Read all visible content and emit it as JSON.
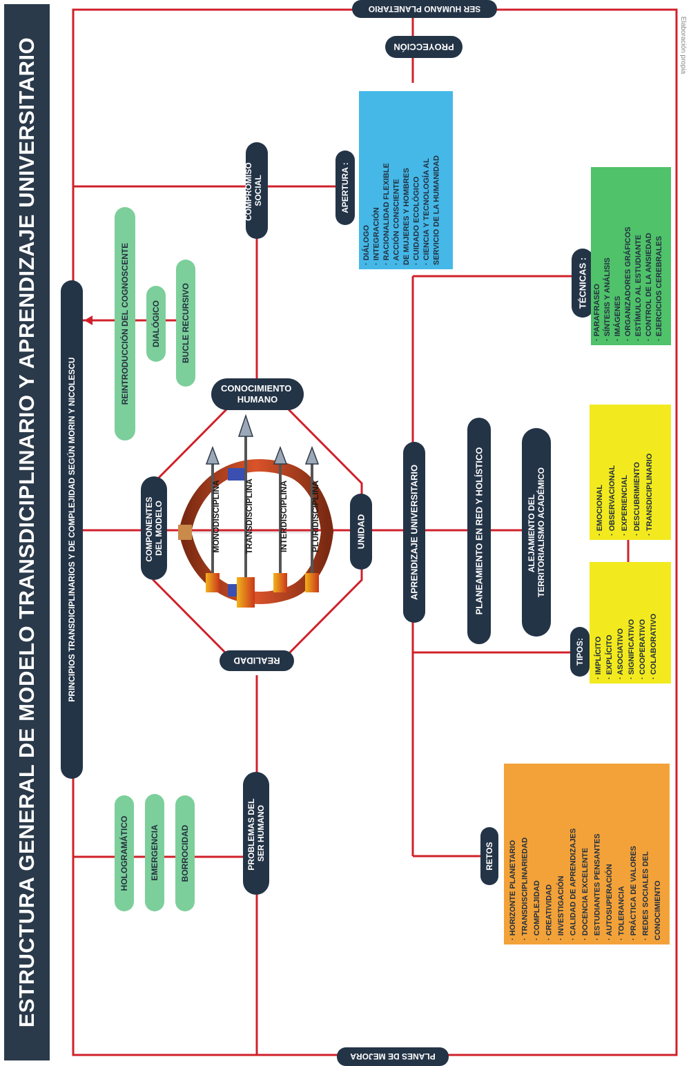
{
  "title": "ESTRUCTURA GENERAL DE MODELO TRANSDICIPLINARIO Y APRENDIZAJE UNIVERSITARIO",
  "credit": "Elaboración propia",
  "nodes": {
    "ser_humano_planetario": "SER HUMANO PLANETARIO",
    "planes_de_mejora": "PLANES DE MEJORA",
    "proyeccion": "PROYECCIÓN",
    "principios": "PRINCIPIOS TRANSDICIPLINARIOS Y DE COMPLEJIDAD SEGÚN MORIN Y NICOLESCU",
    "compromiso_social": [
      "COMPROMISO",
      "SOCIAL"
    ],
    "apertura": "APERTURA :",
    "conocimiento_humano": [
      "CONOCIMIENTO",
      "HUMANO"
    ],
    "componentes": [
      "COMPONENTES",
      "DEL MODELO"
    ],
    "unidad": "UNIDAD",
    "realidad": "REALIDAD",
    "problemas": [
      "PROBLEMAS DEL",
      "SER HUMANO"
    ],
    "aprendizaje": "APRENDIZAJE UNIVERSITARIO",
    "planeamiento": "PLANEAMIENTO EN RED Y HOLÍSTICO",
    "alejamiento": [
      "ALEJAMIENTO DEL",
      "TERRITORIALISMO ACADÉMICO"
    ],
    "tecnicas": "TÉCNICAS :",
    "tipos": "TIPOS:",
    "retos": "RETOS"
  },
  "principles_top": [
    "REINTRODUCCIÓN DEL COGNOSCENTE",
    "DIALÓGICO",
    "BUCLE RECURSIVO"
  ],
  "principles_bottom": [
    "HOLOGRAMÁTICO",
    "EMERGENCIA",
    "BORROCIDAD"
  ],
  "arrows": [
    "MONODISCIPLINA",
    "TRANSDISCIPLINA",
    "INTERDISCIPLINA",
    "PLURIDISCIPLINA"
  ],
  "apertura_items": [
    "· DIÁLOGO",
    "· INTEGRACIÓN",
    "· RACIONALIDAD FLEXIBLE",
    "· ACCIÓN CONSCIENTE",
    "  DE MUJERES Y HOMBRES",
    "· CUIDADO ECOLÓGICO",
    "· CIENCIA Y TECNOLOGÍA AL",
    "  SERVICIO DE LA HUMANIDAD"
  ],
  "tecnicas_items": [
    "· PARAFRASEO",
    "· SÍNTESIS Y ANÁLISIS",
    "· IMÁGENES",
    "· ORGANIZADORES GRÁFICOS",
    "· ESTÍMULO AL ESTUDIANTE",
    "· CONTROL DE LA ANSIEDAD",
    "· EJERCICIOS CEREBRALES"
  ],
  "tipos_a": [
    "· EMOCIONAL",
    "· OBSERVACIONAL",
    "· EXPERIENCIAL",
    "· DESCUBRIMIENTO",
    "· TRANSDICIPLINARIO"
  ],
  "tipos_b": [
    "· IMPLÍCITO",
    "· EXPLÍCITO",
    "· ASOCIATIVO",
    "· SIGNIFICATIVO",
    "· COOPERATIVO",
    "· COLABORATIVO"
  ],
  "retos_items": [
    "· HORIZONTE PLANETARIO",
    "· TRANSDISCIPLINARIEDAD",
    "· COMPLEJIDAD",
    "· CREATIVIDAD",
    "· INVESTIGACIÓN",
    "· CALIDAD DE APRENDIZAJES",
    "· DOCENCIA EXCELENTE",
    "· ESTUDIANTES PENSANTES",
    "· AUTOSUPERACIÓN",
    "· TOLERANCIA",
    "· PRÁCTICA DE VALORES",
    "· REDES SOCIALES DEL",
    "  CONOCIMIENTO"
  ],
  "colors": {
    "line": "#d0202a",
    "navy": "#243447",
    "green": "#7ccf9a",
    "cyan": "#45b8e8",
    "bright_green": "#4fc26a",
    "yellow": "#f2ea1e",
    "orange": "#f3a23a"
  }
}
